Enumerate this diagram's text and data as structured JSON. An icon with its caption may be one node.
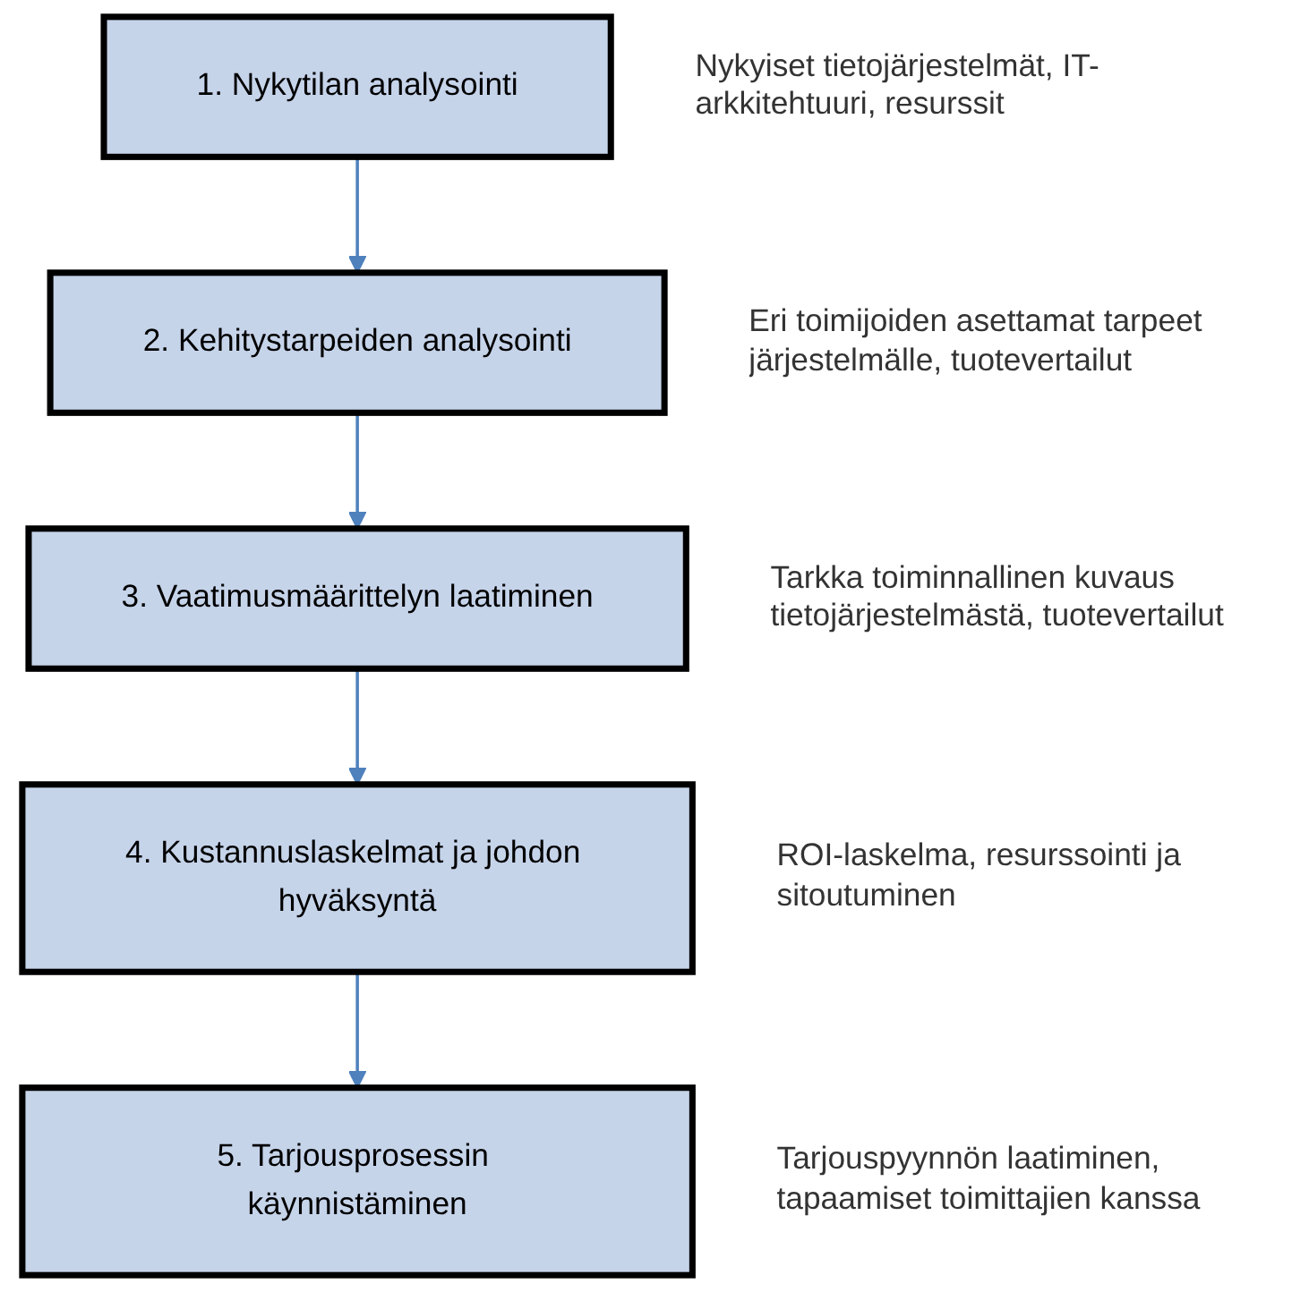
{
  "diagram": {
    "nodes": [
      {
        "text": [
          "1. Nykytilan analysointi"
        ],
        "beside": [
          "Nykyiset tietojärjestelmät, IT-arkkitehtuuri, resurssit"
        ]
      },
      {
        "text": [
          "2. Kehitystarpeiden analysointi"
        ],
        "beside": [
          "Eri toimijoiden asettamat tarpeet järjestelmälle, tuotevertailut"
        ]
      },
      {
        "text": [
          "3. Vaatimusmäärittelyn laatiminen"
        ],
        "beside": [
          "Tarkka toiminnallinen kuvaus tietojärjestelmästä, tuotevertailut"
        ]
      },
      {
        "text": [
          "4. Kustannuslaskelmat ja johdon hyväksyntä"
        ],
        "beside": [
          "ROI-laskelma, resurssointi ja sitoutuminen"
        ]
      },
      {
        "text": [
          "5. Tarjousprosessin käynnistäminen"
        ],
        "beside": [
          "Tarjouspyynnön laatiminen, tapaamiset toimittajien kanssa"
        ]
      }
    ],
    "edges": [
      {
        "from": 0,
        "to": 1,
        "arrow": "to"
      },
      {
        "from": 1,
        "to": 2,
        "arrow": "to"
      },
      {
        "from": 2,
        "to": 3,
        "arrow": "to"
      },
      {
        "from": 3,
        "to": 4,
        "arrow": "to"
      }
    ]
  }
}
